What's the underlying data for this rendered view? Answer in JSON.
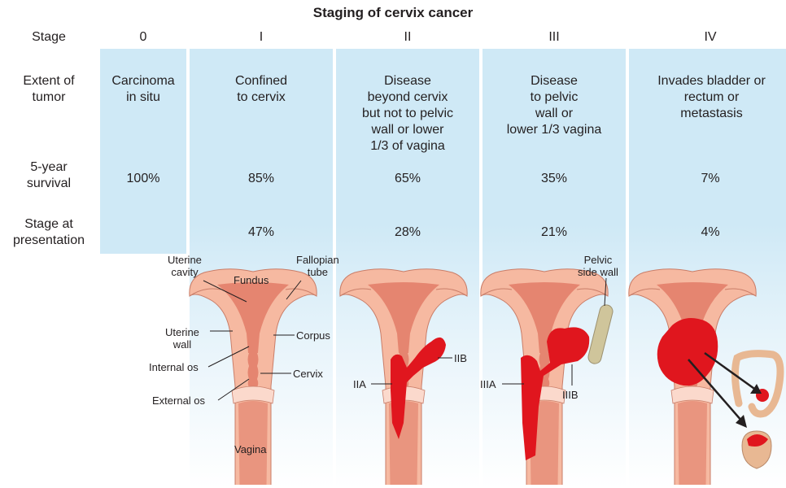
{
  "title": "Staging of cervix cancer",
  "row_labels": {
    "stage": "Stage",
    "extent": [
      "Extent of",
      "tumor"
    ],
    "survival": [
      "5-year",
      "survival"
    ],
    "presentation": [
      "Stage at",
      "presentation"
    ]
  },
  "stages": [
    {
      "stage": "0",
      "extent": [
        "Carcinoma",
        "in situ"
      ],
      "survival": "100%",
      "presentation": ""
    },
    {
      "stage": "I",
      "extent": [
        "Confined",
        "to cervix"
      ],
      "survival": "85%",
      "presentation": "47%"
    },
    {
      "stage": "II",
      "extent": [
        "Disease",
        "beyond cervix",
        "but not to pelvic",
        "wall or lower",
        "1/3 of vagina"
      ],
      "survival": "65%",
      "presentation": "28%"
    },
    {
      "stage": "III",
      "extent": [
        "Disease",
        "to pelvic",
        "wall or",
        "lower 1/3 vagina"
      ],
      "survival": "35%",
      "presentation": "21%"
    },
    {
      "stage": "IV",
      "extent": [
        "Invades bladder or",
        "rectum or",
        "metastasis"
      ],
      "survival": "7%",
      "presentation": "4%"
    }
  ],
  "anatomy_labels": {
    "uterine_cavity": [
      "Uterine",
      "cavity"
    ],
    "fundus": "Fundus",
    "fallopian_tube": [
      "Fallopian",
      "tube"
    ],
    "uterine_wall": [
      "Uterine",
      "wall"
    ],
    "corpus": "Corpus",
    "internal_os": "Internal os",
    "cervix": "Cervix",
    "external_os": "External os",
    "vagina": "Vagina",
    "pelvic_side_wall": [
      "Pelvic",
      "side wall"
    ],
    "IIA": "IIA",
    "IIB": "IIB",
    "IIIA": "IIIA",
    "IIIB": "IIIB"
  },
  "colors": {
    "column_blue": "#cfe9f6",
    "uterus_outer": "#f6b9a1",
    "uterus_inner": "#e58570",
    "tumor": "#e0161e",
    "pelvic_wall": "#cfc59b"
  }
}
